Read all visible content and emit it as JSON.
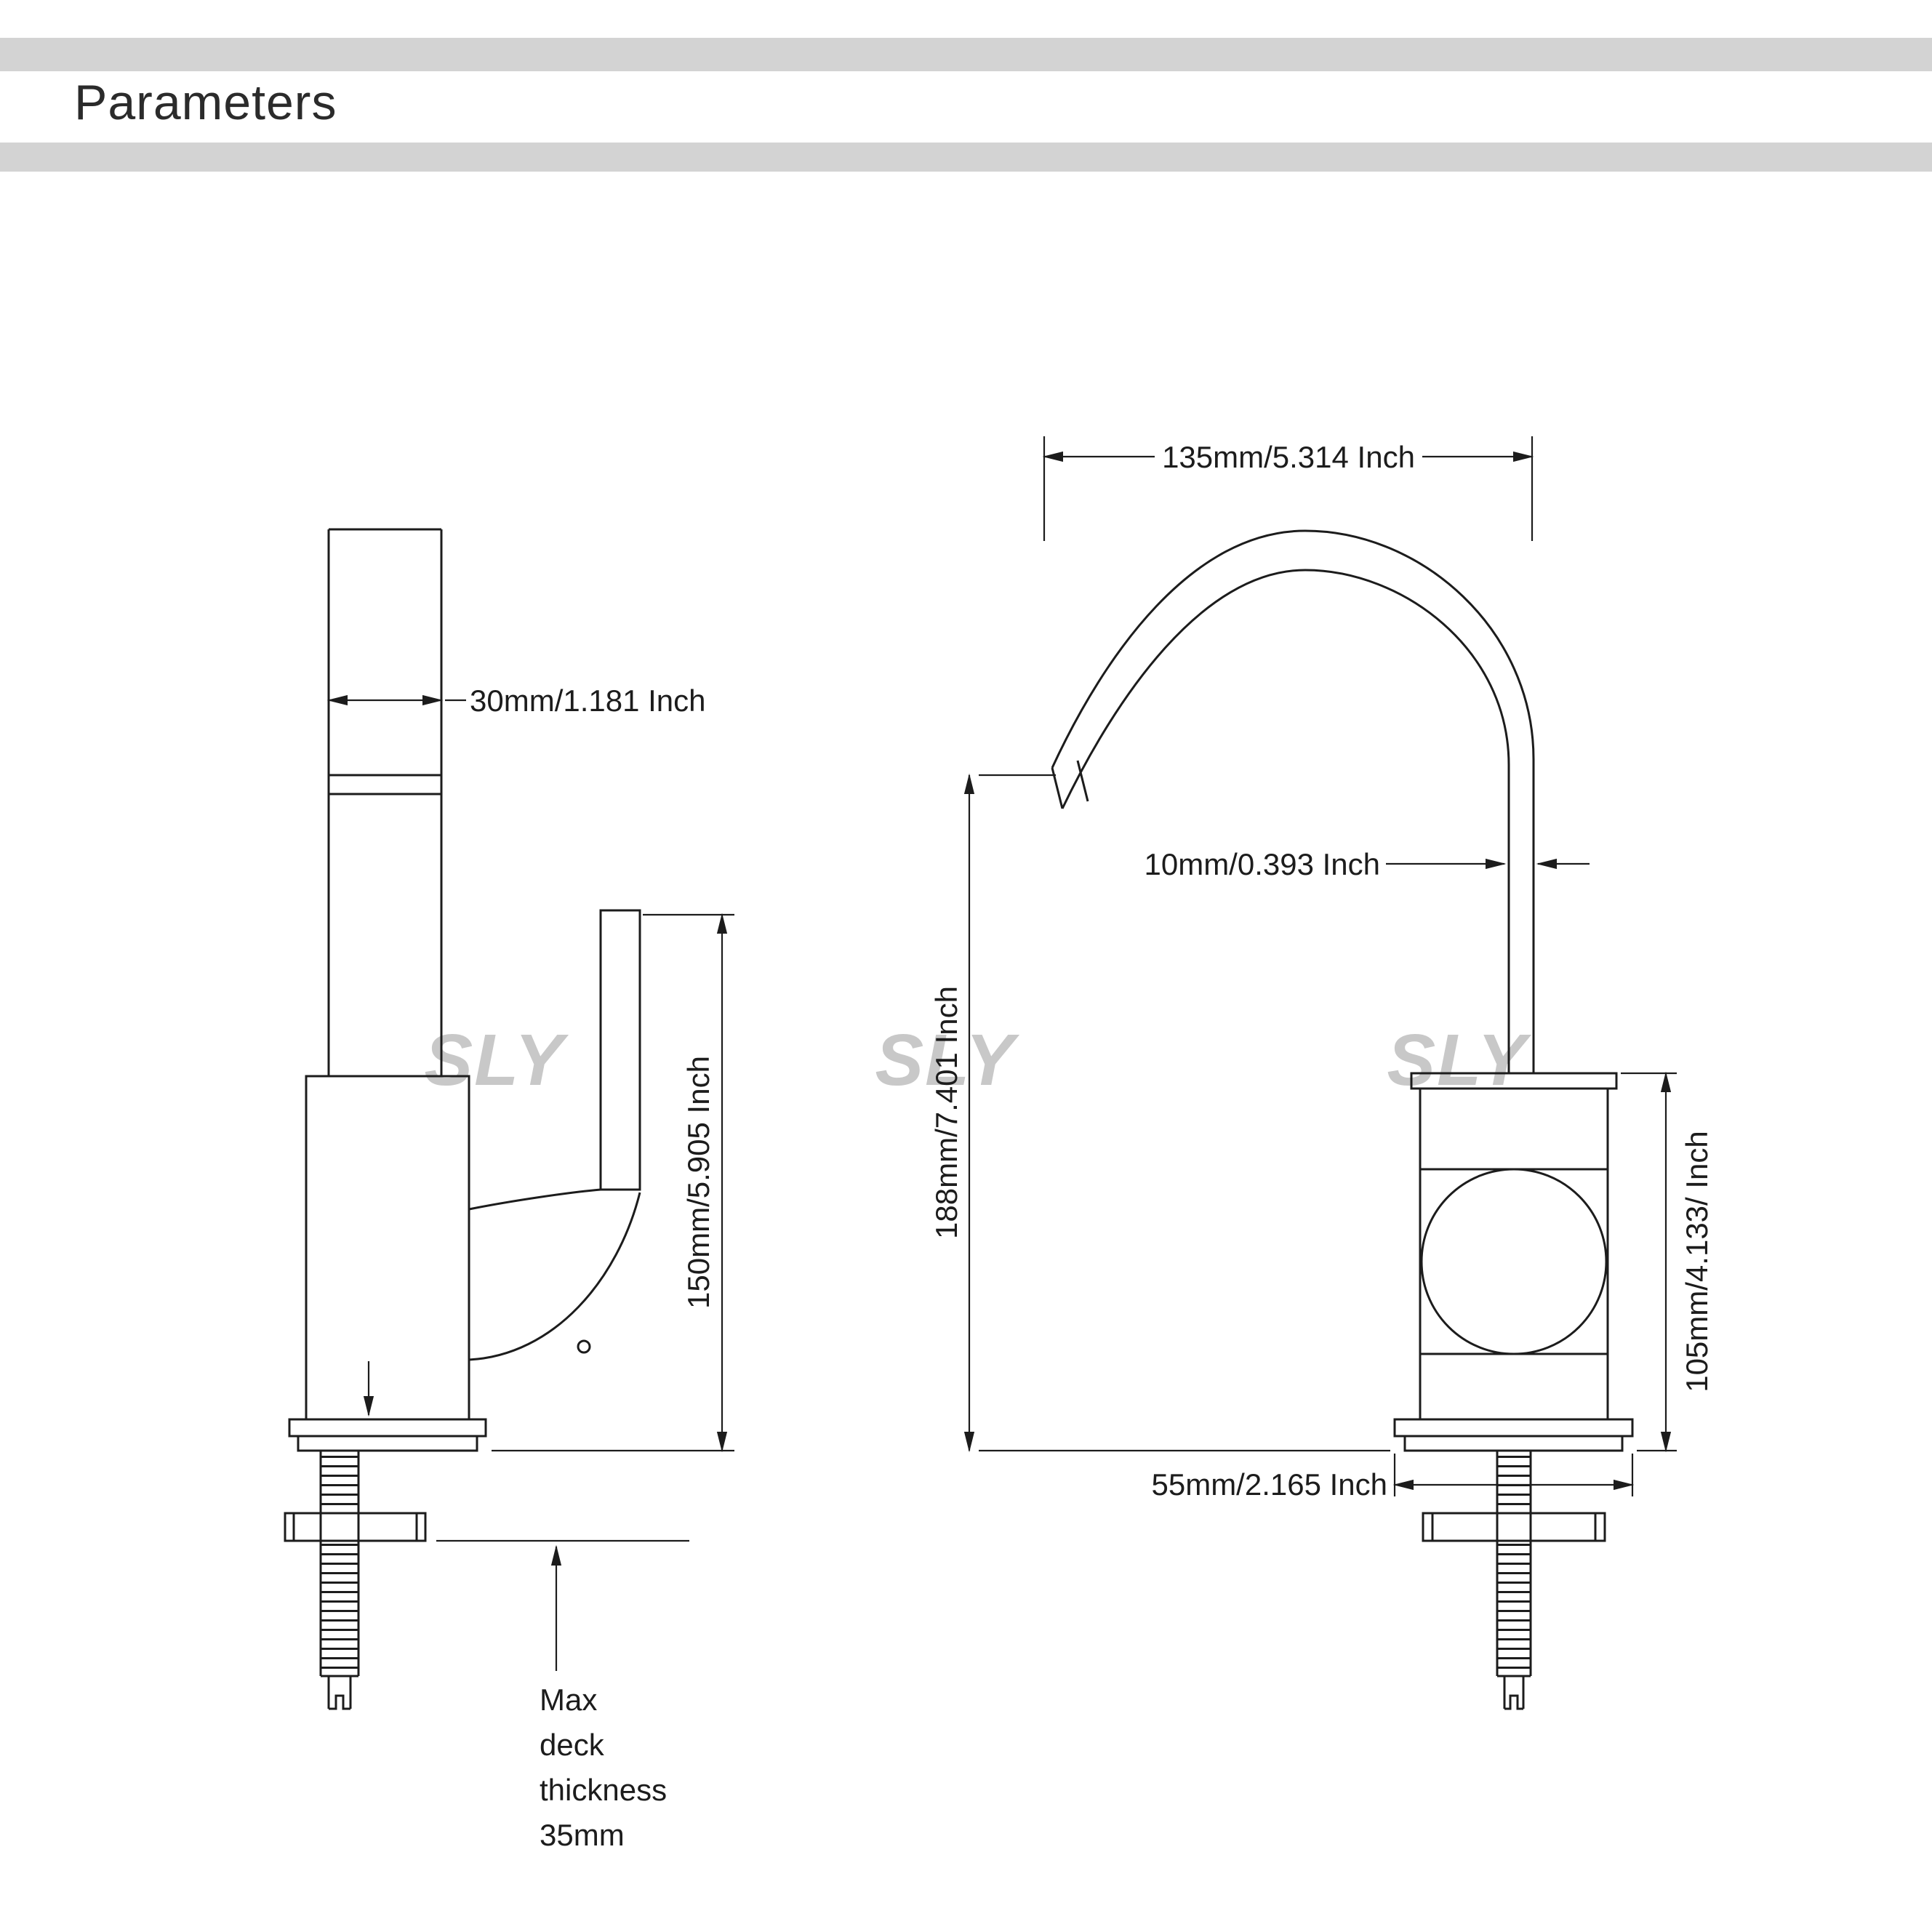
{
  "header": {
    "title": "Parameters"
  },
  "watermark": "SLY",
  "left_view": {
    "dim_spout_width": "30mm/1.181 Inch",
    "dim_height": "150mm/5.905 Inch",
    "deck_note": [
      "Max",
      "deck",
      "thickness",
      "35mm"
    ]
  },
  "right_view": {
    "dim_reach": "135mm/5.314 Inch",
    "dim_pipe": "10mm/0.393 Inch",
    "dim_height": "188mm/7.401 Inch",
    "dim_body_height": "105mm/4.133/ Inch",
    "dim_base_width": "55mm/2.165 Inch"
  },
  "colors": {
    "ink": "#1c1c1c",
    "header_bar": "#d3d3d3",
    "watermark": "#c8c8c8"
  }
}
